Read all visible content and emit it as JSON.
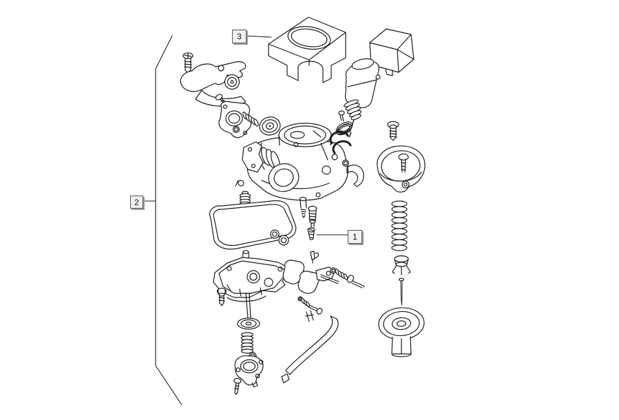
{
  "page": {
    "background": "#ffffff",
    "line_color": "#1b1b1b",
    "callout_style": {
      "fill": "#f1f1f1",
      "border": "#555555",
      "shadow": "#9e9e9e",
      "text": "#111111"
    }
  },
  "diagram_type": "exploded-parts-line-drawing",
  "callouts": {
    "c1": {
      "label": "1"
    },
    "c2": {
      "label": "2"
    },
    "c3": {
      "label": "3"
    }
  },
  "parts": [
    "group-bracket",
    "carburetor-top-cover",
    "throttle-lever",
    "lever-screw",
    "lever-spring",
    "pump-cover-screw",
    "pump-cover",
    "pump-spring",
    "pump-diaphragm",
    "auto-choke-cover",
    "auto-choke-unit",
    "choke-plunger",
    "choke-screw",
    "choke-o-ring",
    "carburetor-body",
    "intake-boot",
    "mounting-bracket",
    "throttle-clips",
    "body-o-ring",
    "fuel-elbow",
    "chamber-screw",
    "vacuum-chamber-cover",
    "slide-spring",
    "needle-seat",
    "jet-needle",
    "vacuum-slide",
    "bowl-gasket",
    "idle-boot",
    "float-bowl",
    "overflow-pipe",
    "float",
    "float-arm",
    "float-pin",
    "float-valve",
    "throttle-stop-screw",
    "pilot-screw",
    "drain-bolt",
    "pump-plunger",
    "plunger-spring",
    "plunger-o-ring",
    "bowl-bottom-cover",
    "bottom-screw",
    "drain-hose",
    "hose-clamp",
    "pilot-jet",
    "needle-jet",
    "main-jet"
  ]
}
